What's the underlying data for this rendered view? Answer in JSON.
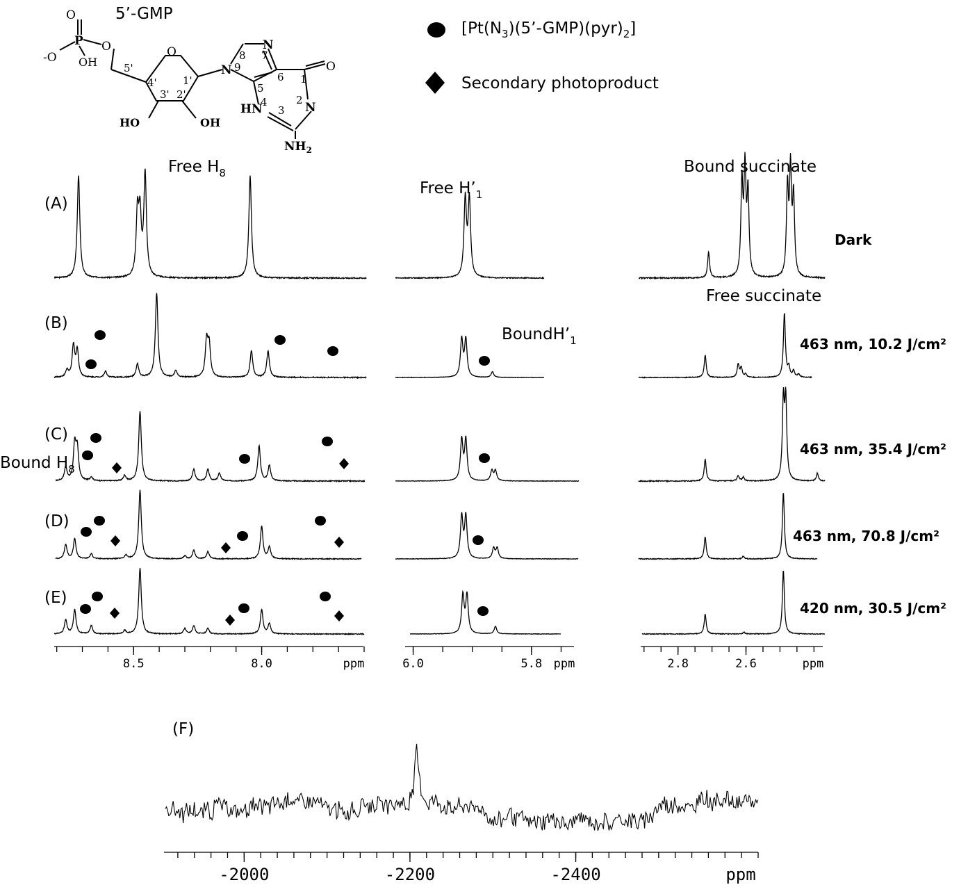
{
  "figure": {
    "structure": {
      "name": "5’-GMP",
      "atom_labels": {
        "O_top": "O",
        "P": "P",
        "O_ester": "O",
        "O_minus": "-O",
        "OH_p": "OH",
        "c5p": "5'",
        "O_ring": "O",
        "c4p": "4'",
        "c1p": "1'",
        "c3p": "3'",
        "c2p": "2'",
        "HO_3": "HO",
        "OH_2": "OH",
        "N9": "N",
        "n9": "9",
        "n8": "8",
        "N7": "N",
        "n7": "7",
        "n5": "5",
        "n6": "6",
        "O6": "O",
        "n1": "1",
        "N1": "N",
        "n2": "2",
        "HN": "HN",
        "n4": "4",
        "n3": "3",
        "NH2": "NH",
        "NH2_sub": "2"
      }
    },
    "legend": {
      "circle": {
        "label": "[Pt(N",
        "sub1": "3",
        "mid": ")(5’-GMP)(pyr)",
        "sub2": "2",
        "end": "]"
      },
      "diamond": {
        "label": "Secondary photoproduct"
      }
    },
    "annotations": {
      "free_h8": {
        "text": "Free H",
        "sub": "8"
      },
      "free_h1": {
        "text": "Free H’",
        "sub": "1"
      },
      "bound_h1": {
        "text": "BoundH’",
        "sub": "1"
      },
      "bound_h8": {
        "text": "Bound H",
        "sub": "8"
      },
      "bound_succinate": "Bound succinate",
      "free_succinate": "Free succinate"
    },
    "rows": [
      {
        "label": "(A)",
        "condition": "Dark"
      },
      {
        "label": "(B)",
        "condition": "463 nm, 10.2 J/cm²"
      },
      {
        "label": "(C)",
        "condition": "463 nm, 35.4 J/cm²"
      },
      {
        "label": "(D)",
        "condition": "463 nm, 70.8 J/cm²"
      },
      {
        "label": "(E)",
        "condition": "420 nm, 30.5 J/cm²"
      }
    ],
    "panel_f_label": "(F)"
  },
  "chart_data": [
    {
      "type": "line",
      "panel": "1H NMR aromatic region (A–E)",
      "xlabel": "ppm",
      "xlim": [
        8.81,
        7.6
      ],
      "ticks": [
        {
          "value": 8.5,
          "label": "8.5"
        },
        {
          "value": 8.0,
          "label": "8.0"
        }
      ],
      "series": [
        {
          "peaks": [
            [
              8.715,
              1.0
            ],
            [
              8.485,
              0.6
            ],
            [
              8.475,
              0.55
            ],
            [
              8.455,
              1.0
            ],
            [
              8.045,
              1.0
            ]
          ]
        },
        {
          "peaks": [
            [
              8.76,
              0.08
            ],
            [
              8.735,
              0.35
            ],
            [
              8.72,
              0.3
            ],
            [
              8.61,
              0.07
            ],
            [
              8.485,
              0.15
            ],
            [
              8.41,
              0.95
            ],
            [
              8.335,
              0.08
            ],
            [
              8.215,
              0.4
            ],
            [
              8.205,
              0.35
            ],
            [
              8.04,
              0.3
            ],
            [
              7.975,
              0.3
            ]
          ]
        },
        {
          "peaks": [
            [
              8.765,
              0.18
            ],
            [
              8.73,
              0.45
            ],
            [
              8.72,
              0.4
            ],
            [
              8.665,
              0.05
            ],
            [
              8.535,
              0.07
            ],
            [
              8.475,
              0.9
            ],
            [
              8.265,
              0.15
            ],
            [
              8.21,
              0.15
            ],
            [
              8.165,
              0.1
            ],
            [
              8.01,
              0.45
            ],
            [
              7.97,
              0.2
            ]
          ]
        },
        {
          "peaks": [
            [
              8.765,
              0.2
            ],
            [
              8.73,
              0.28
            ],
            [
              8.665,
              0.07
            ],
            [
              8.53,
              0.05
            ],
            [
              8.475,
              0.95
            ],
            [
              8.3,
              0.04
            ],
            [
              8.265,
              0.12
            ],
            [
              8.21,
              0.1
            ],
            [
              8.0,
              0.45
            ],
            [
              7.97,
              0.16
            ]
          ]
        },
        {
          "peaks": [
            [
              8.765,
              0.2
            ],
            [
              8.73,
              0.35
            ],
            [
              8.665,
              0.12
            ],
            [
              8.535,
              0.05
            ],
            [
              8.475,
              0.95
            ],
            [
              8.3,
              0.08
            ],
            [
              8.265,
              0.12
            ],
            [
              8.21,
              0.08
            ],
            [
              8.0,
              0.35
            ],
            [
              7.97,
              0.15
            ]
          ]
        }
      ]
    },
    {
      "type": "line",
      "panel": "1H NMR H'1 region (A–E)",
      "xlabel": "ppm",
      "xlim": [
        6.03,
        5.72
      ],
      "ticks": [
        {
          "value": 6.0,
          "label": "6.0"
        },
        {
          "value": 5.8,
          "label": "5.8"
        }
      ],
      "series": [
        {
          "peaks": [
            [
              5.912,
              1.0
            ],
            [
              5.905,
              1.0
            ]
          ]
        },
        {
          "peaks": [
            [
              5.918,
              1.0
            ],
            [
              5.911,
              1.0
            ],
            [
              5.866,
              0.15
            ]
          ]
        },
        {
          "peaks": [
            [
              5.918,
              1.0
            ],
            [
              5.911,
              1.0
            ],
            [
              5.867,
              0.25
            ],
            [
              5.861,
              0.25
            ]
          ]
        },
        {
          "peaks": [
            [
              5.918,
              1.0
            ],
            [
              5.911,
              1.0
            ],
            [
              5.864,
              0.25
            ],
            [
              5.858,
              0.25
            ]
          ]
        },
        {
          "peaks": [
            [
              5.916,
              1.0
            ],
            [
              5.909,
              1.0
            ],
            [
              5.861,
              0.2
            ]
          ]
        }
      ]
    },
    {
      "type": "line",
      "panel": "1H NMR succinate region (A–E)",
      "xlabel": "ppm",
      "xlim": [
        2.92,
        2.37
      ],
      "ticks": [
        {
          "value": 2.8,
          "label": "2.8"
        },
        {
          "value": 2.6,
          "label": "2.6"
        }
      ],
      "series": [
        {
          "peaks": [
            [
              2.71,
              0.25
            ],
            [
              2.612,
              0.9
            ],
            [
              2.603,
              1.0
            ],
            [
              2.594,
              0.8
            ],
            [
              2.478,
              0.85
            ],
            [
              2.469,
              1.0
            ],
            [
              2.46,
              0.75
            ]
          ]
        },
        {
          "peaks": [
            [
              2.72,
              0.35
            ],
            [
              2.623,
              0.2
            ],
            [
              2.614,
              0.15
            ],
            [
              2.601,
              0.05
            ],
            [
              2.487,
              1.0
            ],
            [
              2.474,
              0.15
            ],
            [
              2.46,
              0.1
            ],
            [
              2.445,
              0.05
            ]
          ]
        },
        {
          "peaks": [
            [
              2.72,
              0.28
            ],
            [
              2.623,
              0.07
            ],
            [
              2.608,
              0.05
            ],
            [
              2.49,
              1.0
            ],
            [
              2.483,
              1.0
            ],
            [
              2.39,
              0.1
            ]
          ]
        },
        {
          "peaks": [
            [
              2.72,
              0.33
            ],
            [
              2.608,
              0.04
            ],
            [
              2.49,
              1.0
            ]
          ]
        },
        {
          "peaks": [
            [
              2.72,
              0.31
            ],
            [
              2.606,
              0.03
            ],
            [
              2.49,
              1.0
            ]
          ]
        }
      ]
    },
    {
      "type": "line",
      "panel": "(F)",
      "xlabel": "ppm",
      "xlim": [
        -1905,
        -2620
      ],
      "ticks": [
        {
          "value": -2000,
          "label": "-2000"
        },
        {
          "value": -2200,
          "label": "-2200"
        },
        {
          "value": -2400,
          "label": "-2400"
        }
      ],
      "peaks": [
        [
          -2208,
          1.0
        ]
      ]
    }
  ]
}
